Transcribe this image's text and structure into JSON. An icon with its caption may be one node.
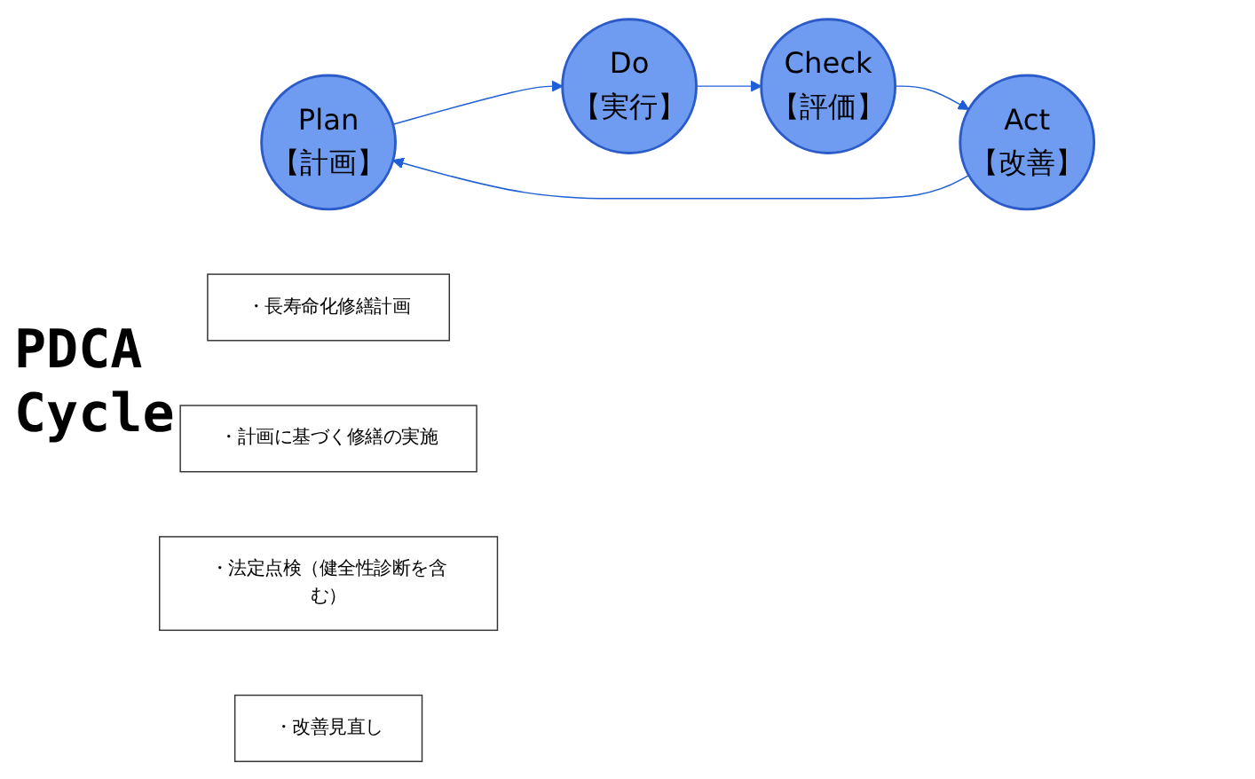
{
  "diagram": {
    "nodes": [
      {
        "text": [
          "Plan",
          "【計画】"
        ]
      },
      {
        "text": [
          "Do",
          "【実行】"
        ]
      },
      {
        "text": [
          "Check",
          "【評価】"
        ]
      },
      {
        "text": [
          "Act",
          "【改善】"
        ]
      },
      {
        "text": [
          "・長寿命化修繕計画"
        ]
      },
      {
        "text": [
          "・計画に基づく修繕の実施"
        ]
      },
      {
        "text": [
          "・法定点検（健全性診断を含む）"
        ]
      },
      {
        "text": [
          "・改善見直し"
        ]
      }
    ],
    "edges": [
      {
        "from": 0,
        "to": 1,
        "arrow": "to"
      },
      {
        "from": 1,
        "to": 2,
        "arrow": "to"
      },
      {
        "from": 2,
        "to": 3,
        "arrow": "to"
      },
      {
        "from": 3,
        "to": 0,
        "arrow": "to"
      }
    ],
    "labels": [
      "PDCA Cycle"
    ]
  }
}
